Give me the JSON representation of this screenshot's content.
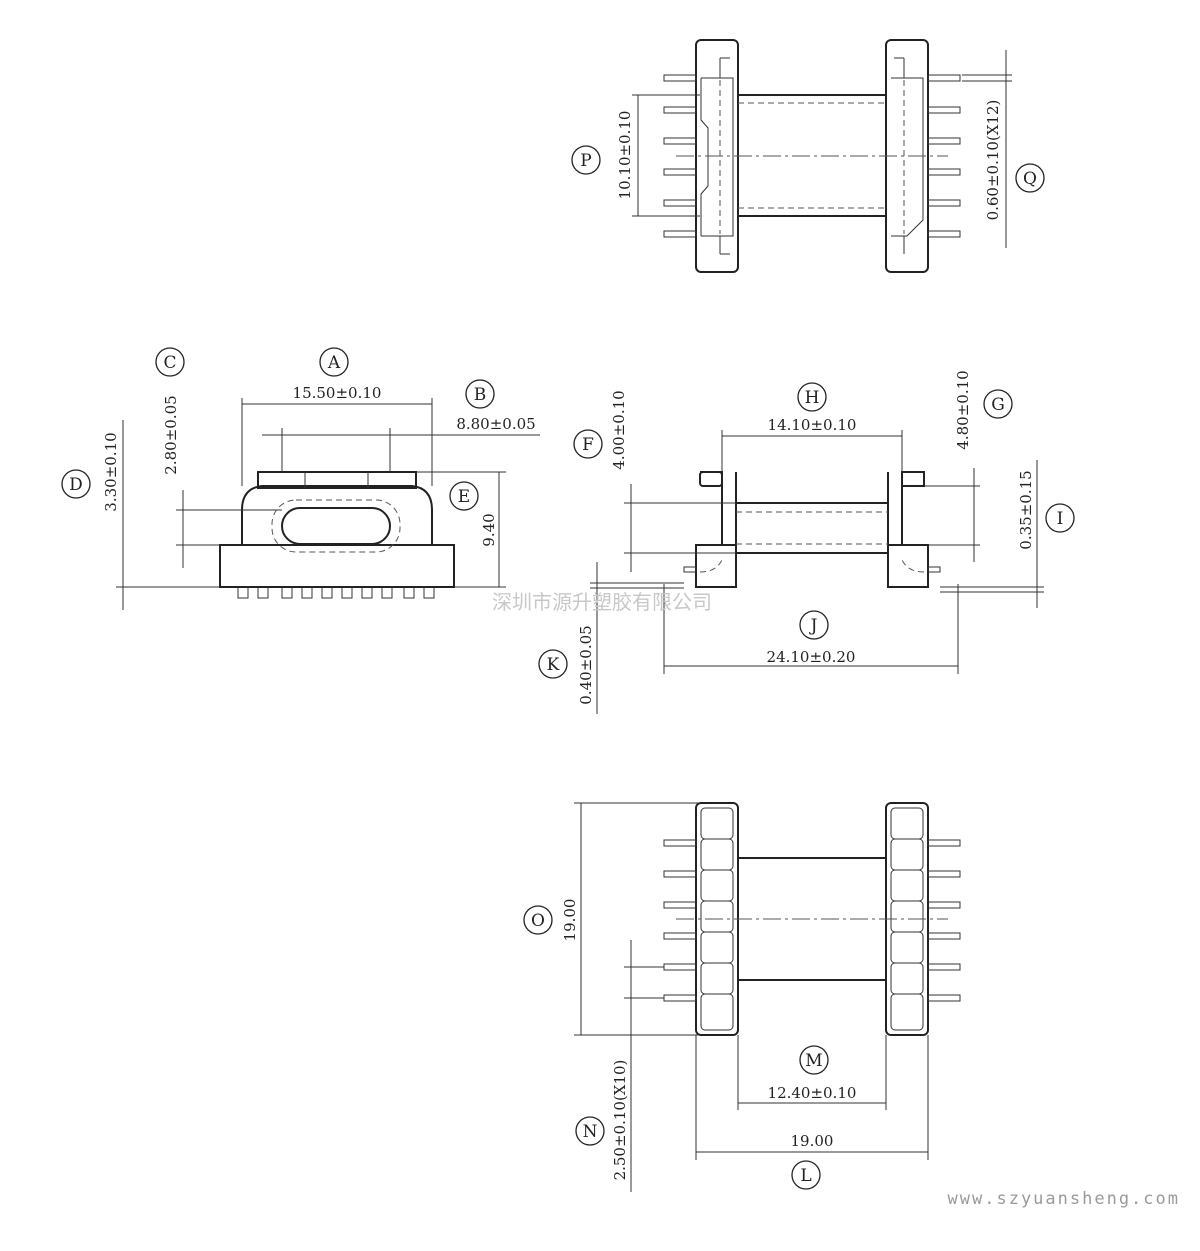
{
  "dimensions": {
    "A": "15.50±0.10",
    "B": "8.80±0.05",
    "C": "2.80±0.05",
    "D": "3.30±0.10",
    "E": "9.40",
    "F": "4.00±0.10",
    "G": "4.80±0.10",
    "H": "14.10±0.10",
    "I": "0.35±0.15",
    "J": "24.10±0.20",
    "K": "0.40±0.05",
    "L": "19.00",
    "M": "12.40±0.10",
    "N": "2.50±0.10(X10)",
    "O": "19.00",
    "P": "10.10±0.10",
    "Q": "0.60±0.10(X12)"
  },
  "labels": {
    "A": "A",
    "B": "B",
    "C": "C",
    "D": "D",
    "E": "E",
    "F": "F",
    "G": "G",
    "H": "H",
    "I": "I",
    "J": "J",
    "K": "K",
    "L": "L",
    "M": "M",
    "N": "N",
    "O": "O",
    "P": "P",
    "Q": "Q"
  },
  "watermark": "深圳市源升塑胶有限公司",
  "website": "www.szyuansheng.com"
}
